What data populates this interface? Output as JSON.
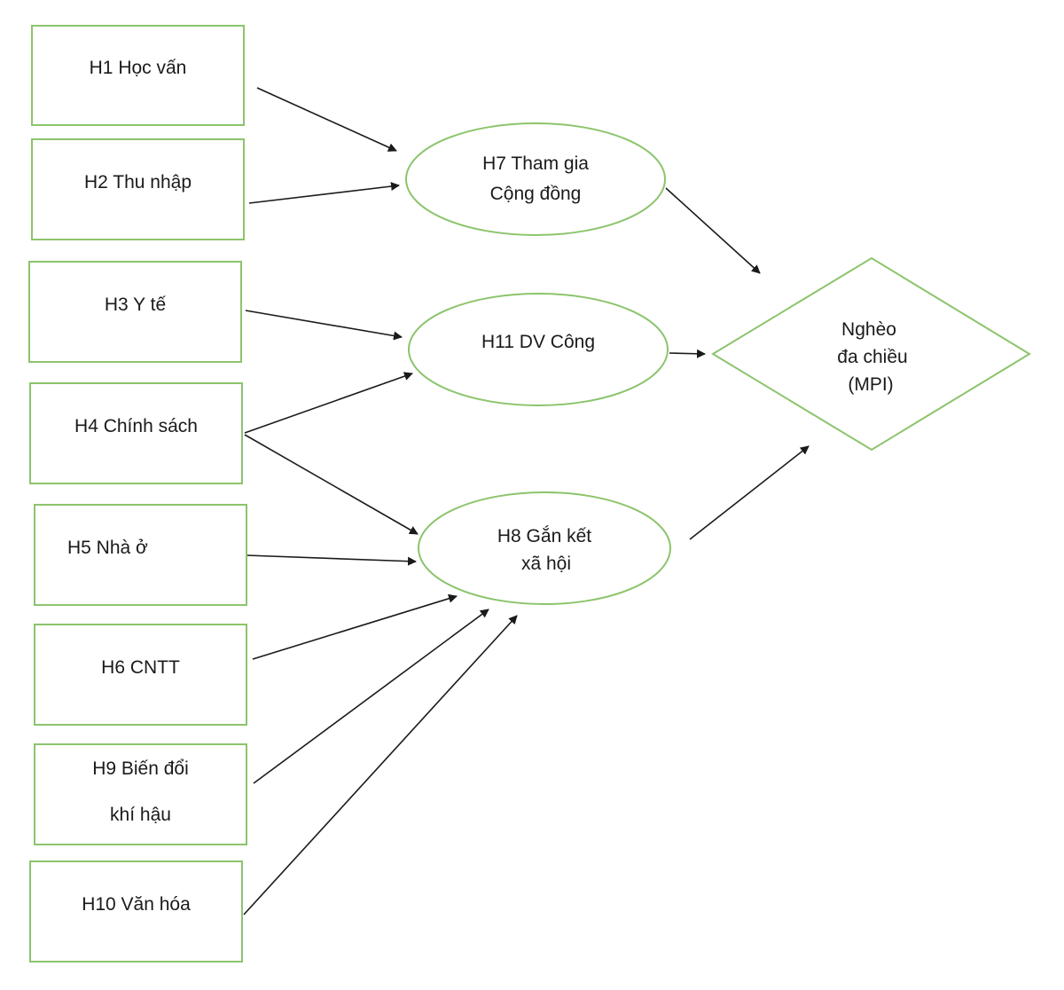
{
  "boxes": {
    "h1": "H1 Học vấn",
    "h2": "H2 Thu nhập",
    "h3": "H3 Y tế",
    "h4": "H4 Chính sách",
    "h5": "H5 Nhà ở",
    "h6": "H6 CNTT",
    "h9_line1": "H9 Biến đổi",
    "h9_line2": "khí hậu",
    "h10": "H10 Văn hóa"
  },
  "ellipses": {
    "h7_line1": "H7 Tham gia",
    "h7_line2": "Cộng đồng",
    "h11": "H11 DV Công",
    "h8_line1": "H8 Gắn kết",
    "h8_line2": "xã hội"
  },
  "diamond": {
    "line1": "Nghèo",
    "line2": "đa chiều",
    "line3": "(MPI)"
  },
  "colors": {
    "node_border": "#8cc46c",
    "arrow": "#1a1a1a"
  }
}
